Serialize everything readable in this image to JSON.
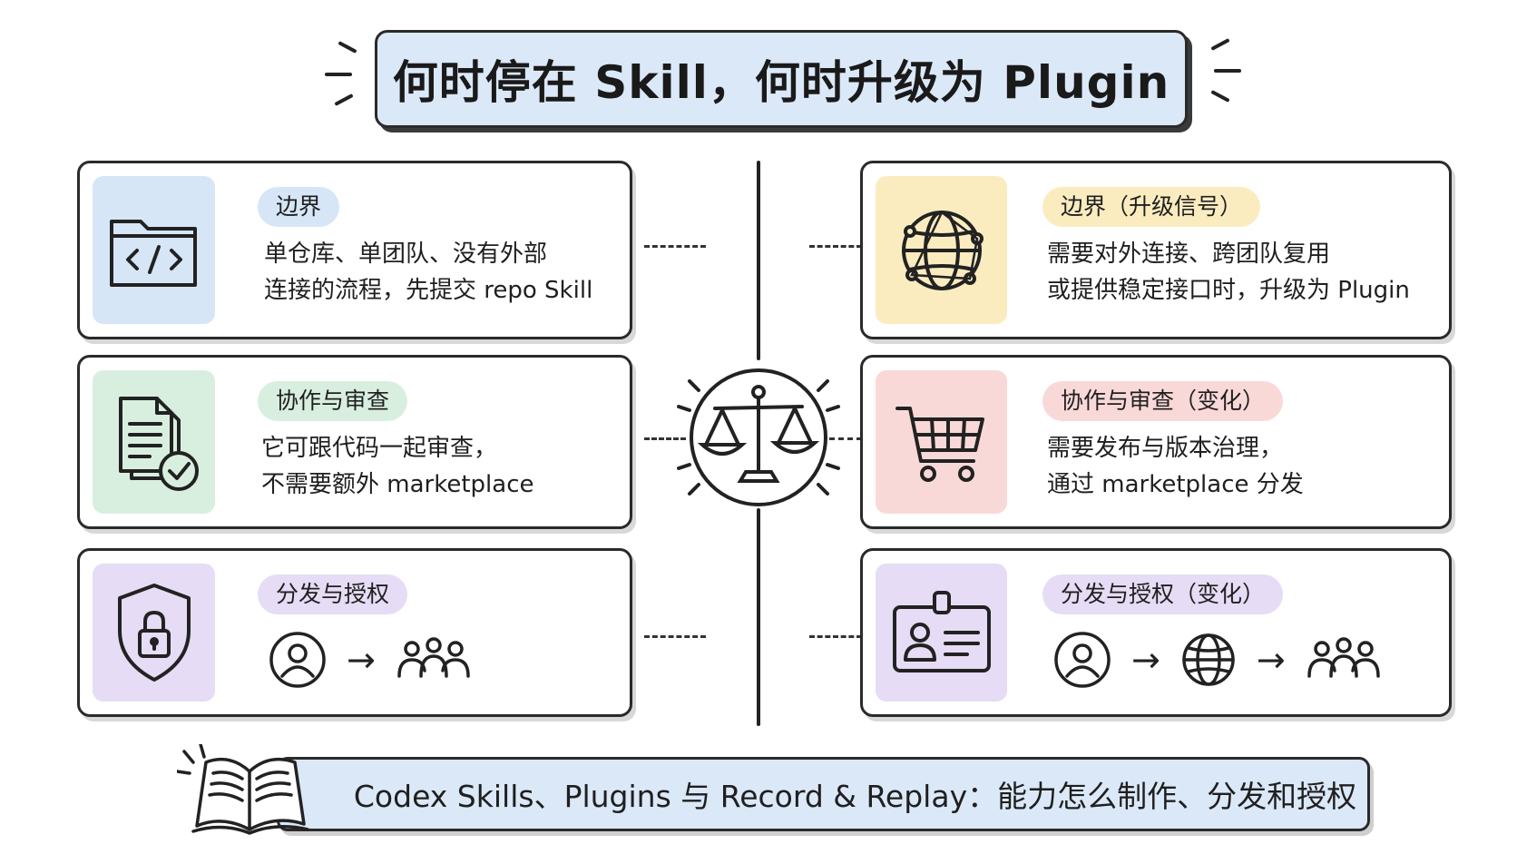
{
  "title": "何时停在 Skill，何时升级为 Plugin",
  "colors": {
    "blue": "#d6e6f7",
    "yellow": "#fbecc0",
    "green": "#d8efdf",
    "pink": "#f9d9d8",
    "purple": "#e6dcf5",
    "title_bg": "#dbe8f8"
  },
  "left": [
    {
      "tag": "边界",
      "tag_color": "#d6e6f7",
      "icon": "code-folder-icon",
      "lines": [
        "单仓库、单团队、没有外部",
        "连接的流程，先提交 repo Skill"
      ]
    },
    {
      "tag": "协作与审查",
      "tag_color": "#d8efdf",
      "icon": "document-check-icon",
      "lines": [
        "它可跟代码一起审查，",
        "不需要额外 marketplace"
      ]
    },
    {
      "tag": "分发与授权",
      "tag_color": "#e6dcf5",
      "icon": "shield-lock-icon",
      "flow": [
        "user-icon",
        "arrow-right",
        "team-icon"
      ],
      "arrow": "→"
    }
  ],
  "right": [
    {
      "tag": "边界（升级信号）",
      "tag_color": "#fbecc0",
      "icon": "globe-network-icon",
      "lines": [
        "需要对外连接、跨团队复用",
        "或提供稳定接口时，升级为 Plugin"
      ]
    },
    {
      "tag": "协作与审查（变化）",
      "tag_color": "#f9d9d8",
      "icon": "shopping-cart-icon",
      "lines": [
        "需要发布与版本治理，",
        "通过 marketplace 分发"
      ]
    },
    {
      "tag": "分发与授权（变化）",
      "tag_color": "#e6dcf5",
      "icon": "id-badge-icon",
      "flow": [
        "user-icon",
        "arrow-right",
        "globe-icon",
        "arrow-right",
        "team-icon"
      ],
      "arrow": "→"
    }
  ],
  "center_icon": "balance-scale-icon",
  "footer": {
    "icon": "open-book-icon",
    "text": "Codex Skills、Plugins 与 Record & Replay：能力怎么制作、分发和授权"
  }
}
